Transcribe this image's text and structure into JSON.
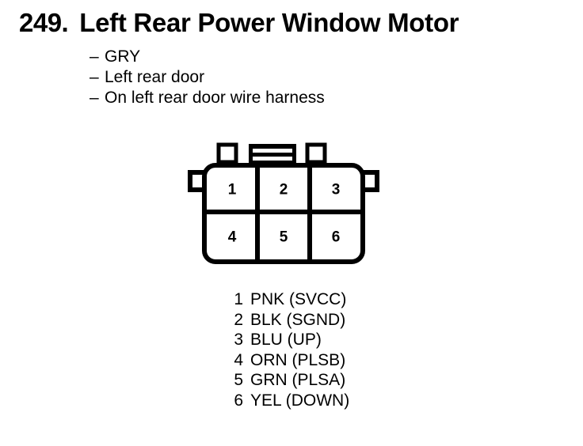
{
  "header": {
    "number": "249.",
    "title": "Left Rear Power Window Motor"
  },
  "details": {
    "dash": "–",
    "items": [
      "GRY",
      "Left rear door",
      "On left rear door wire harness"
    ]
  },
  "connector": {
    "pins": [
      {
        "number": "1"
      },
      {
        "number": "2"
      },
      {
        "number": "3"
      },
      {
        "number": "4"
      },
      {
        "number": "5"
      },
      {
        "number": "6"
      }
    ]
  },
  "legend": {
    "rows": [
      {
        "number": "1",
        "label": "PNK (SVCC)"
      },
      {
        "number": "2",
        "label": "BLK (SGND)"
      },
      {
        "number": "3",
        "label": "BLU (UP)"
      },
      {
        "number": "4",
        "label": "ORN (PLSB)"
      },
      {
        "number": "5",
        "label": "GRN (PLSA)"
      },
      {
        "number": "6",
        "label": "YEL (DOWN)"
      }
    ]
  },
  "colors": {
    "ink": "#000000",
    "paper": "#ffffff"
  }
}
